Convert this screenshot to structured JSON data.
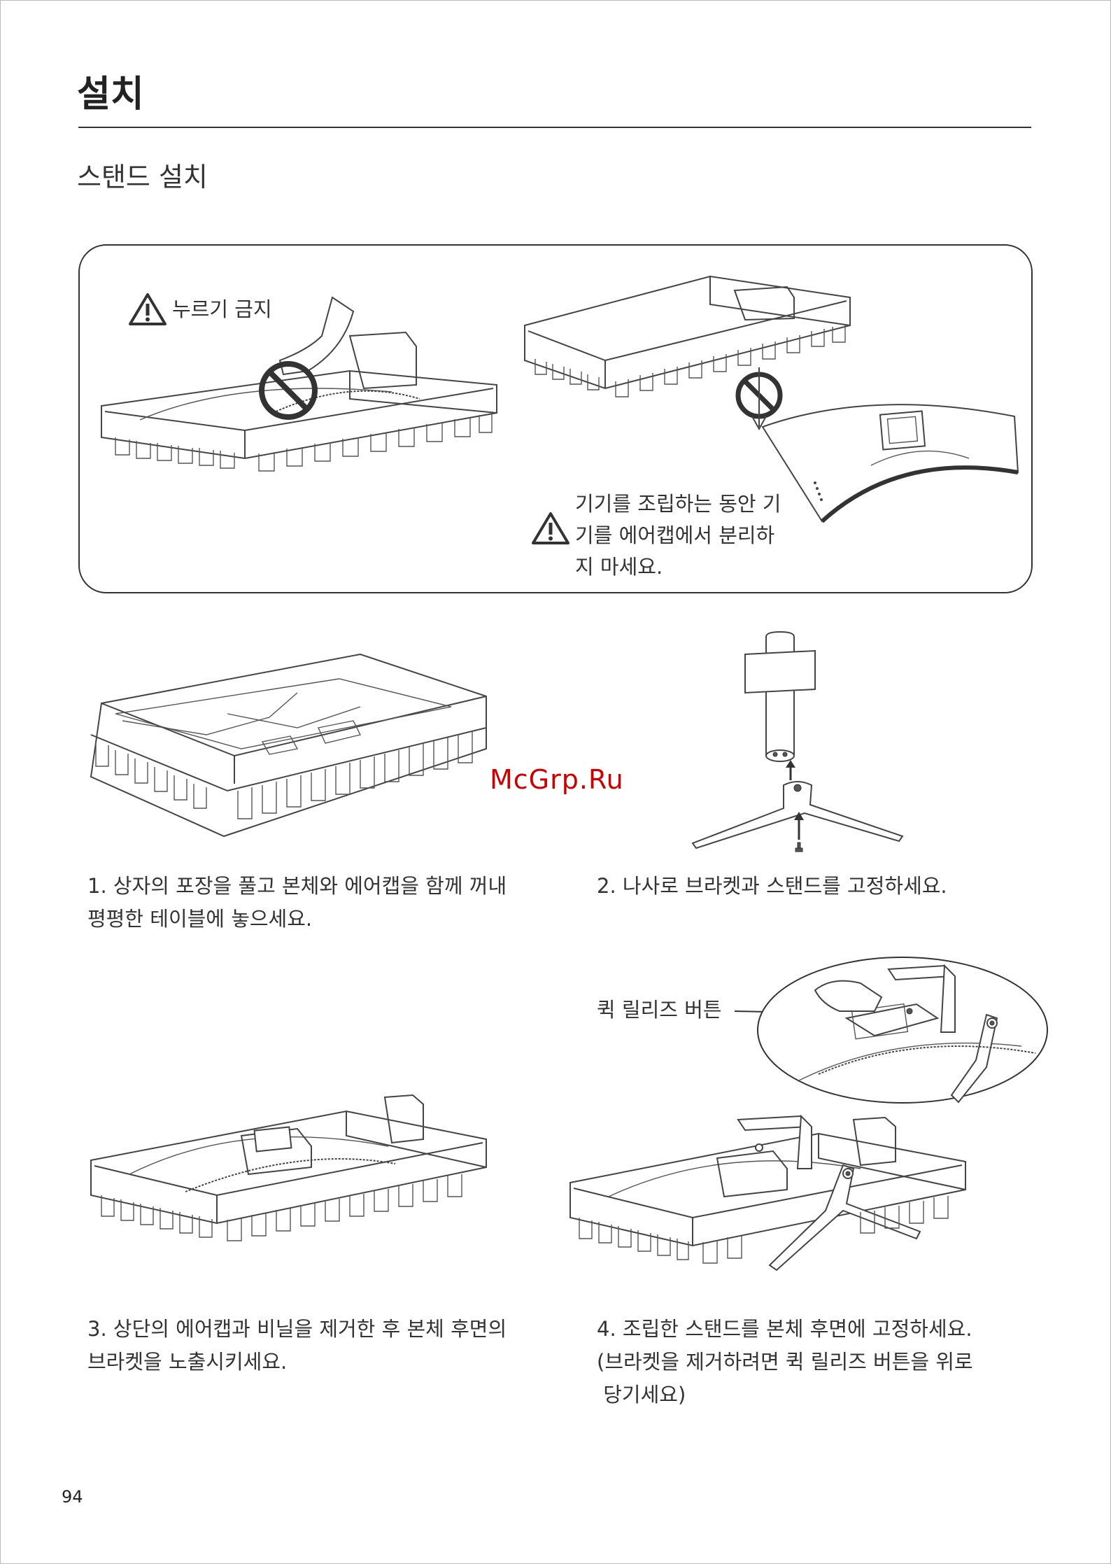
{
  "page": {
    "title": "설치",
    "subtitle": "스탠드 설치",
    "page_number": "94",
    "watermark": "McGrp.Ru"
  },
  "warning_box": {
    "no_press_label": "누르기 금지",
    "no_separate_line1": "기기를 조립하는 동안 기",
    "no_separate_line2": "기를 에어캡에서 분리하",
    "no_separate_line3": "지 마세요."
  },
  "steps": [
    {
      "line1": "1. 상자의 포장을 풀고 본체와 에어캡을 함께 꺼내",
      "line2": "평평한 테이블에 놓으세요."
    },
    {
      "line1": "2. 나사로 브라켓과 스탠드를 고정하세요."
    },
    {
      "line1": "3. 상단의 에어캡과 비닐을 제거한 후 본체 후면의",
      "line2": "브라켓을 노출시키세요."
    },
    {
      "line1": "4. 조립한 스탠드를 본체 후면에 고정하세요.",
      "line2": "(브라켓을 제거하려면 퀵 릴리즈 버튼을 위로",
      "line3": " 당기세요)"
    }
  ],
  "callout": {
    "quick_release_label": "퀵 릴리즈 버튼"
  },
  "icons": [
    "warning-triangle-icon",
    "prohibited-icon",
    "arrow-up-icon"
  ]
}
